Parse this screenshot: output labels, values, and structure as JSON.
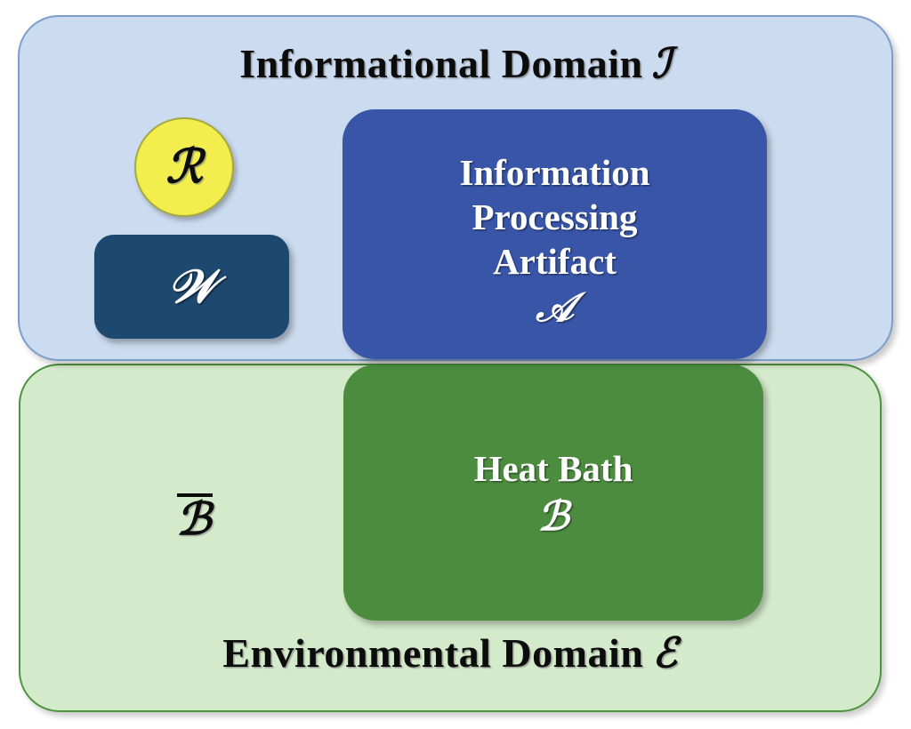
{
  "figure": {
    "type": "nested-set-diagram",
    "description": "Two stacked rounded domain panels containing labelled sub-regions"
  },
  "informational_domain": {
    "title": "Informational Domain",
    "symbol": "ℐ",
    "fill_color": "#ccdcf0",
    "border_color": "#7c9ecb",
    "nodes": {
      "resource": {
        "symbol": "ℛ",
        "shape": "circle",
        "fill_color": "#f2ee4e",
        "text_color": "#0c0c0c"
      },
      "work": {
        "symbol": "𝒲",
        "shape": "rounded-rect",
        "fill_color": "#1d4870",
        "text_color": "#ffffff"
      },
      "artifact": {
        "label_lines": [
          "Information",
          "Processing",
          "Artifact"
        ],
        "symbol": "𝒜",
        "shape": "rounded-rect",
        "fill_color": "#3855a8",
        "text_color": "#ffffff"
      }
    }
  },
  "environmental_domain": {
    "title": "Environmental Domain",
    "symbol": "ℰ",
    "fill_color": "#d4ebcb",
    "border_color": "#4e9440",
    "nodes": {
      "heat_bath": {
        "label_lines": [
          "Heat Bath"
        ],
        "symbol": "ℬ",
        "shape": "rounded-rect",
        "fill_color": "#4c8c3f",
        "text_color": "#ffffff"
      },
      "complement": {
        "symbol": "ℬ",
        "overline": true,
        "text_color": "#0c0c0c"
      }
    }
  }
}
